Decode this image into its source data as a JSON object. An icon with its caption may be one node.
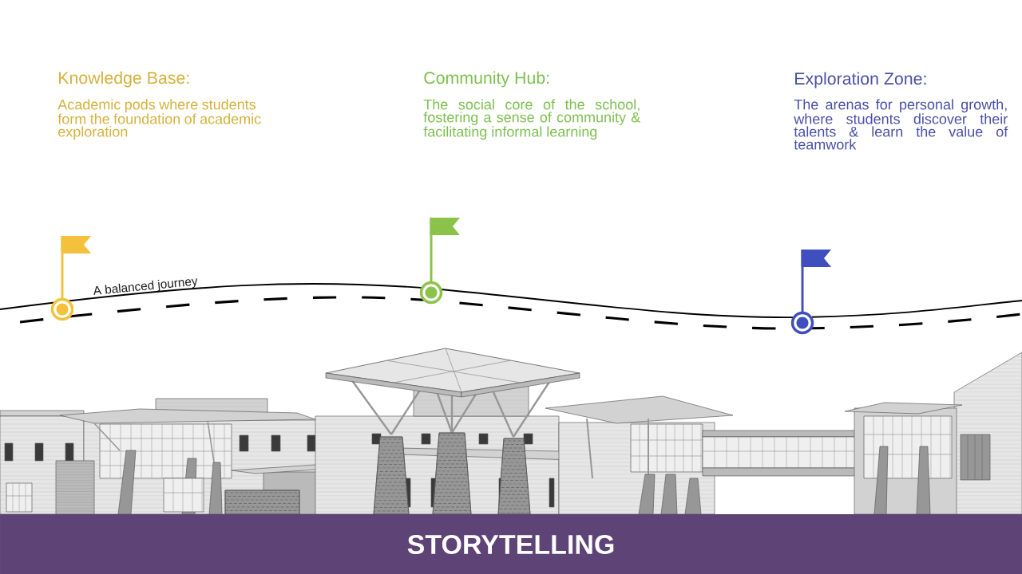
{
  "diagram": {
    "title": "STORYTELLING",
    "labels": [
      "Knowledge Base:",
      "Academic pods where students form the foundation of academic exploration",
      "Community Hub:",
      "The social core of the school, fostering a sense of community & facilitating informal learning",
      "Exploration Zone:",
      "The arenas for personal growth, where students discover their talents & learn the value of teamwork",
      "A balanced journey"
    ]
  }
}
